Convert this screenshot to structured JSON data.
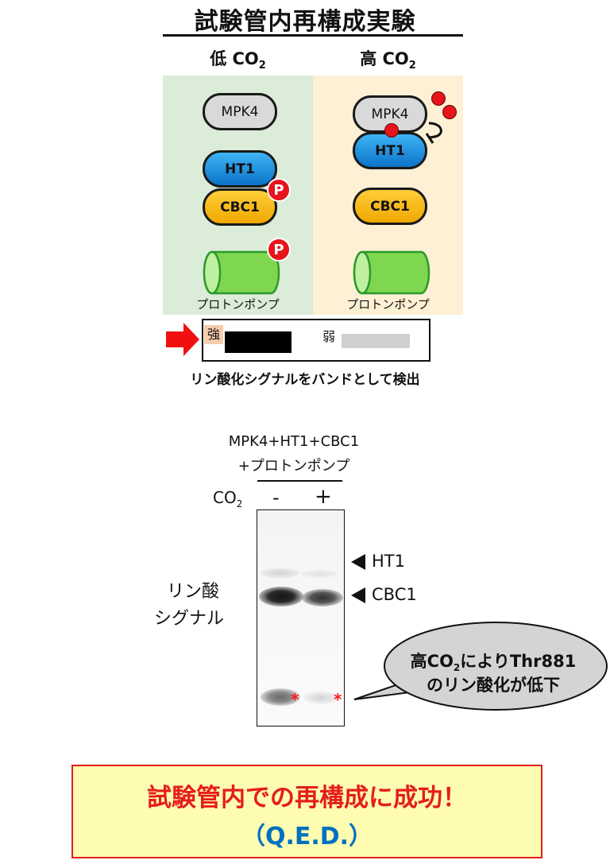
{
  "title": "試験管内再構成実験",
  "conditions": {
    "low_prefix": "低 CO",
    "high_prefix": "高 CO",
    "subscript": "2"
  },
  "low_panel": {
    "mpk4": "MPK4",
    "ht1": "HT1",
    "cbc1": "CBC1",
    "phospho_badge": "P",
    "pump_label": "プロトンポンプ"
  },
  "high_panel": {
    "mpk4": "MPK4",
    "ht1": "HT1",
    "cbc1": "CBC1",
    "pump_label": "プロトンポンプ"
  },
  "blot_schematic": {
    "strong_label": "強",
    "weak_label": "弱",
    "caption": "リン酸化シグナルをバンドとして検出"
  },
  "gel": {
    "sample_line1": "MPK4+HT1+CBC1",
    "sample_line2": "+プロトンポンプ",
    "co2_prefix": "CO",
    "co2_sub": "2",
    "lane_minus": "-",
    "lane_plus": "+",
    "ylabel_line1": "リン酸",
    "ylabel_line2": "シグナル",
    "marker_ht1": "HT1",
    "marker_cbc1": "CBC1",
    "asterisk": "*"
  },
  "callout": {
    "line1_prefix": "高CO",
    "line1_sub": "2",
    "line1_suffix": "によりThr881",
    "line2": "のリン酸化が低下"
  },
  "conclusion": {
    "line1": "試験管内での再構成に成功！",
    "line2": "（Q.E.D.）"
  },
  "colors": {
    "low_panel_bg": "#dbecd8",
    "high_panel_bg": "#fdf0d4",
    "phospho_red": "#e8141c",
    "pump_green": "#7fd64f",
    "conclusion_red": "#e51d1d",
    "conclusion_blue": "#0070c0",
    "conclusion_bg": "#fdfcb1"
  }
}
